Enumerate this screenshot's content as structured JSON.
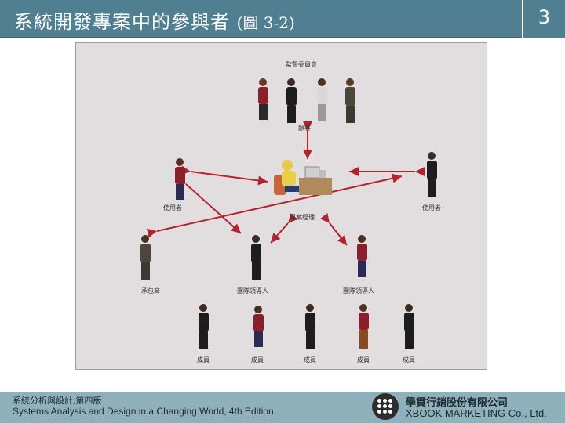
{
  "slide": {
    "title": "系統開發專案中的參與者",
    "title_ref": "(圖 3-2)",
    "page_number": "3"
  },
  "figure": {
    "labels": {
      "oversight_committee": "監督委員會",
      "customer": "顧客",
      "user_left": "使用者",
      "user_right": "使用者",
      "project_manager": "專案經理",
      "contractor": "承包商",
      "team_leader_1": "團隊領導人",
      "team_leader_2": "團隊領導人",
      "members": [
        "成員",
        "成員",
        "成員",
        "成員",
        "成員"
      ]
    },
    "arrow_color": "#b22330"
  },
  "footer": {
    "book_zh": "系統分析與設計,第四版",
    "book_en": "Systems Analysis and Design in a Changing World, 4th Edition",
    "publisher_zh": "學貫行銷股份有限公司",
    "publisher_en": "XBOOK MARKETING Co., Ltd."
  },
  "colors": {
    "header_bar": "#4f7f90",
    "footer_bar": "#8fb1bc",
    "figure_background": "#e2dedf"
  }
}
